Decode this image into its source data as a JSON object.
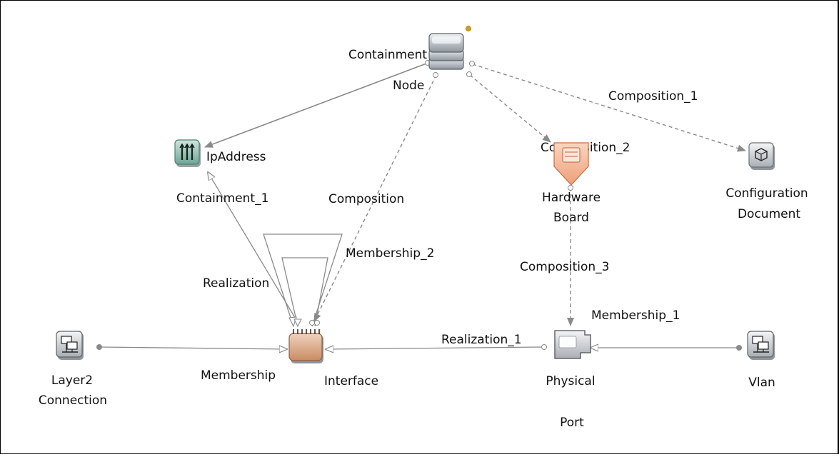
{
  "diagram": {
    "nodes": {
      "node": {
        "label": "Node",
        "icon": "node-server-stack-icon"
      },
      "ipaddress": {
        "label": "IpAddress",
        "icon": "ip-address-icon"
      },
      "hardware_board": {
        "label_line1": "Hardware",
        "label_line2": "Board",
        "icon": "hardware-board-icon"
      },
      "configuration_document": {
        "label_line1": "Configuration",
        "label_line2": "Document",
        "icon": "configuration-document-icon"
      },
      "interface": {
        "label": "Interface",
        "icon": "interface-icon"
      },
      "physical_port": {
        "label_line1": "Physical",
        "label_line2": "Port",
        "icon": "physical-port-icon"
      },
      "layer2_connection": {
        "label_line1": "Layer2",
        "label_line2": "Connection",
        "icon": "layer2-connection-icon"
      },
      "vlan": {
        "label": "Vlan",
        "icon": "vlan-icon"
      }
    },
    "edges": {
      "containment": "Containment",
      "containment_1": "Containment_1",
      "composition": "Composition",
      "composition_1": "Composition_1",
      "composition_2": "Composition_2",
      "composition_3": "Composition_3",
      "membership": "Membership",
      "membership_1": "Membership_1",
      "membership_2": "Membership_2",
      "realization": "Realization",
      "realization_1": "Realization_1"
    },
    "colors": {
      "edge": "#8a8a8a",
      "status_dot": "#d4a017",
      "interface_fill": "#d8a07a",
      "hardware_fill": "#f4b48e",
      "ipaddress_fill": "#7fb5a5",
      "icon_grey": "#c9cdd2"
    }
  }
}
